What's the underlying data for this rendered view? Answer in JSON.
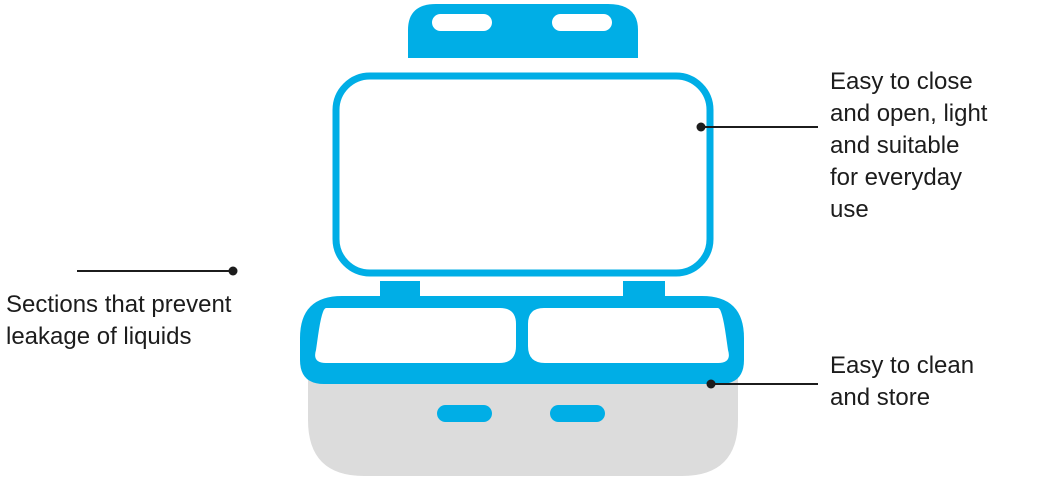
{
  "callouts": {
    "lid": {
      "line1": "Easy to close",
      "line2": "and open, light",
      "line3": "and suitable",
      "line4": "for everyday",
      "line5": "use"
    },
    "sections": {
      "line1": "Sections that prevent",
      "line2": "leakage of liquids"
    },
    "clean": {
      "line1": "Easy to clean",
      "line2": "and store"
    }
  },
  "colors": {
    "accent": "#00AEE6",
    "accent_dark": "#0098D0",
    "base_gray": "#DCDCDC",
    "text": "#1C1C1C",
    "leader_line": "#1C1C1C"
  }
}
